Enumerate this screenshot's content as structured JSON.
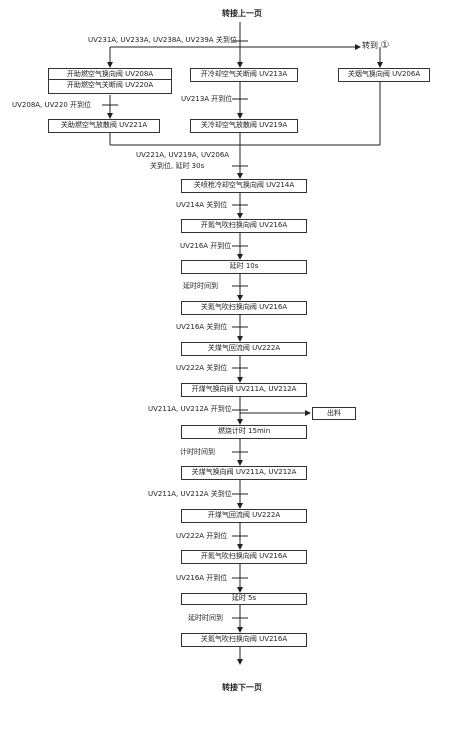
{
  "header": "转接上一页",
  "footer": "转接下一页",
  "goto_label": "转到",
  "goto_circle": "①",
  "output_label": "出料",
  "boxes": {
    "b1_top": "开助燃空气换向阀 UV208A",
    "b1_bottom": "开助燃空气关断阀 UV220A",
    "b2": "开冷却空气关断阀 UV213A",
    "b3": "关烟气换向阀 UV206A",
    "b4": "关助燃空气放散阀 UV221A",
    "b5": "关冷却空气放散阀 UV219A",
    "b6": "关喷枪冷却空气换向阀 UV214A",
    "b7": "开氮气吹扫换向阀 UV216A",
    "b8": "延时 10s",
    "b9": "关氮气吹扫换向阀 UV216A",
    "b10": "关煤气回流阀 UV222A",
    "b11": "开煤气换向阀 UV211A, UV212A",
    "b12": "燃烧计时 15min",
    "b13": "关煤气换向阀 UV211A, UV212A",
    "b14": "开煤气回流阀 UV222A",
    "b15": "开氮气吹扫换向阀 UV216A",
    "b16": "延时 5s",
    "b17": "关氮气吹扫换向阀 UV216A"
  },
  "conditions": {
    "c1": "UV231A, UV233A, UV238A, UV239A 关到位",
    "c2": "UV208A, UV220 开到位",
    "c3": "UV213A 开到位",
    "c4_line1": "UV221A, UV219A, UV206A",
    "c4_line2": "关到位, 延时 30s",
    "c5": "UV214A 关到位",
    "c6": "UV216A 开到位",
    "c7": "延时时间到",
    "c8": "UV216A 关到位",
    "c9": "UV222A 关到位",
    "c10": "UV211A, UV212A 开到位",
    "c11": "计时时间到",
    "c12": "UV211A, UV212A 关到位",
    "c13": "UV222A 开到位",
    "c14": "UV216A 开到位",
    "c15": "延时时间到"
  }
}
